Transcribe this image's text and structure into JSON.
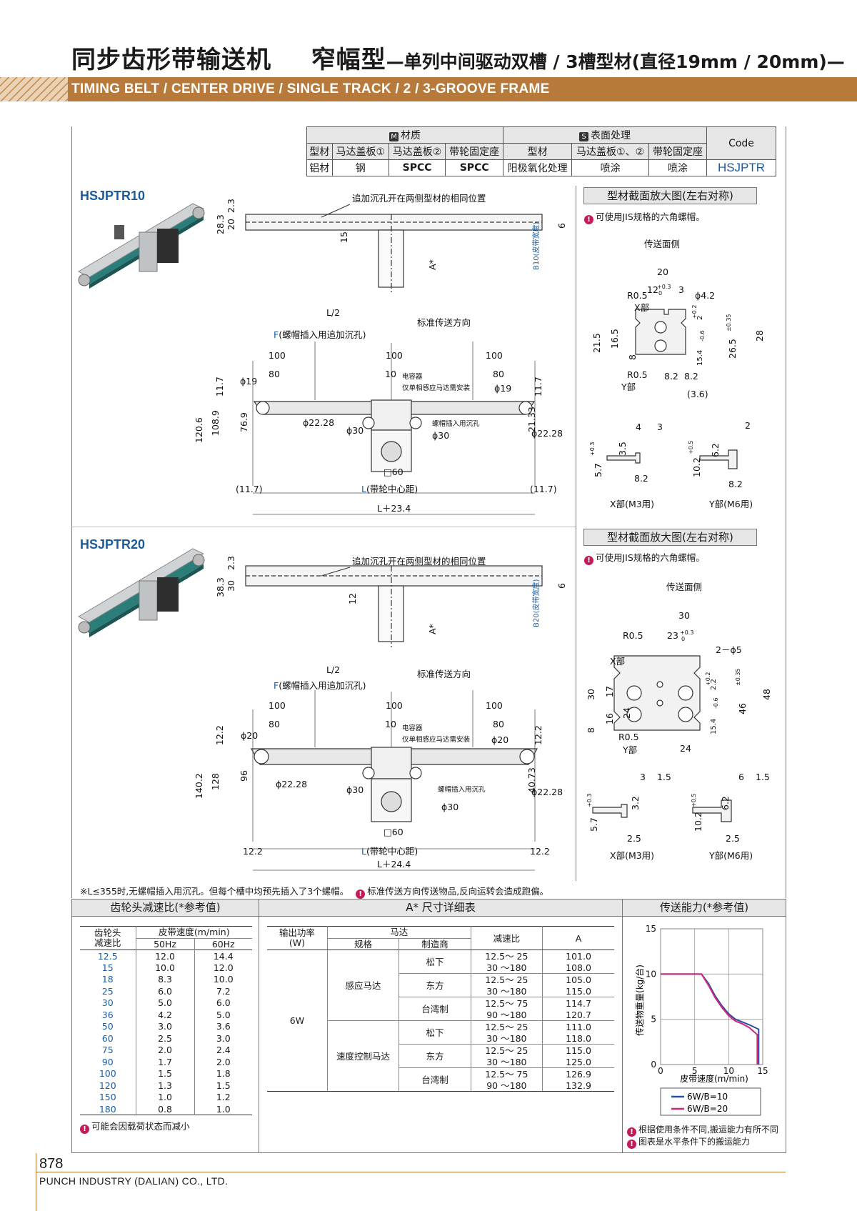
{
  "header": {
    "title_main": "同步齿形带输送机",
    "title_type": "窄幅型",
    "title_sub": "—单列中间驱动双槽 / 3槽型材(直径19mm / 20mm)—",
    "title_en": "TIMING BELT / CENTER DRIVE / SINGLE TRACK / 2 / 3-GROOVE FRAME",
    "accent": "#b87a3a"
  },
  "material_table": {
    "m_label": "M",
    "m_title": "材质",
    "s_label": "S",
    "s_title": "表面处理",
    "code_header": "Code",
    "columns": [
      "型材",
      "马达盖板①",
      "马达盖板②",
      "带轮固定座",
      "型材",
      "马达盖板①、②",
      "带轮固定座"
    ],
    "values": [
      "铝材",
      "钢",
      "SPCC",
      "SPCC",
      "阳极氧化处理",
      "喷涂",
      "喷涂"
    ],
    "code": "HSJPTR"
  },
  "drawings": {
    "top": {
      "model": "HSJPTR10",
      "section_title": "型材截面放大图(左右对称)",
      "section_note": "可使用JIS规格的六角螺帽。",
      "hole_note": "追加沉孔开在两侧型材的相同位置",
      "direction": "标准传送方向",
      "half": "L/2",
      "f_label": "F",
      "f_text": "(螺帽插入用追加沉孔)",
      "capacitor": "电容器",
      "capacitor2": "仅单相感应马达需安装",
      "nut_hole": "螺帽插入用沉孔",
      "belt_width": "B10(皮带宽度)",
      "pulley_center": "(带轮中心距)",
      "l_label": "L",
      "a_label": "A*",
      "dims": {
        "d1": "28.3",
        "d2": "20",
        "d3": "2.3",
        "d4": "15",
        "d5": "6",
        "d100a": "100",
        "d100b": "100",
        "d100c": "100",
        "d80a": "80",
        "d80b": "80",
        "d10": "10",
        "d117a": "11.7",
        "d117b": "11.7",
        "phi19a": "ϕ19",
        "phi19b": "ϕ19",
        "phi2228a": "ϕ22.28",
        "phi2228b": "ϕ22.28",
        "phi30a": "ϕ30",
        "phi30b": "ϕ30",
        "h1206": "120.6",
        "h1089": "108.9",
        "h769": "76.9",
        "h2133": "21.33",
        "sq60": "□60",
        "ext_l": "(11.7)",
        "ext_r": "(11.7)",
        "total": "L＋23.4"
      },
      "section": {
        "face": "传送面侧",
        "w20": "20",
        "w12": "12",
        "tol12": "+0.3",
        "tol12b": "0",
        "w3": "3",
        "phi42": "ϕ4.2",
        "r05a": "R0.5",
        "xpart": "X部",
        "r05b": "R0.5",
        "ypart": "Y部",
        "h215": "21.5",
        "h165": "16.5",
        "h8": "8",
        "h154": "15.4",
        "h154t": "-0.6",
        "h2": "2",
        "h2t": "+0.2",
        "h265": "26.5",
        "h265t": "±0.35",
        "h28": "28",
        "w82a": "8.2",
        "w82b": "8.2",
        "w36": "(3.6)"
      },
      "detail": {
        "x_title": "X部(M3用)",
        "y_title": "Y部(M6用)",
        "x4": "4",
        "x3": "3",
        "x35": "3.5",
        "x57": "5.7",
        "x57t": "+0.3",
        "x82": "8.2",
        "y2": "2",
        "y62": "6.2",
        "y102": "10.2",
        "y102t": "+0.5",
        "y82": "8.2"
      }
    },
    "bottom": {
      "model": "HSJPTR20",
      "section_title": "型材截面放大图(左右对称)",
      "section_note": "可使用JIS规格的六角螺帽。",
      "hole_note": "追加沉孔开在两侧型材的相同位置",
      "direction": "标准传送方向",
      "half": "L/2",
      "f_label": "F",
      "f_text": "(螺帽插入用追加沉孔)",
      "capacitor": "电容器",
      "capacitor2": "仅单相感应马达需安装",
      "nut_hole": "螺帽插入用沉孔",
      "belt_width": "B20(皮带宽度)",
      "pulley_center": "(带轮中心距)",
      "l_label": "L",
      "a_label": "A*",
      "dims": {
        "d1": "38.3",
        "d2": "30",
        "d3": "2.3",
        "d4": "12",
        "d5": "6",
        "d100a": "100",
        "d100b": "100",
        "d100c": "100",
        "d80a": "80",
        "d80b": "80",
        "d10": "10",
        "d117a": "12.2",
        "d117b": "12.2",
        "phi19a": "ϕ20",
        "phi19b": "ϕ20",
        "phi2228a": "ϕ22.28",
        "phi2228b": "ϕ22.28",
        "phi30a": "ϕ30",
        "phi30b": "ϕ30",
        "h1206": "140.2",
        "h1089": "128",
        "h769": "96",
        "h2133": "40.73",
        "sq60": "□60",
        "ext_l": "12.2",
        "ext_r": "12.2",
        "total": "L＋24.4"
      },
      "section": {
        "face": "传送面侧",
        "w30": "30",
        "w23": "23",
        "tol23": "+0.3",
        "tol23b": "0",
        "r05a": "R0.5",
        "phi5": "2－ϕ5",
        "xpart": "X部",
        "r05b": "R0.5",
        "ypart": "Y部",
        "h30": "30",
        "h17": "17",
        "h16": "16",
        "h24": "24",
        "h8": "8",
        "h154": "15.4",
        "h154t": "-0.6",
        "h22": "2.2",
        "h22t": "+0.2",
        "h46": "46",
        "h46t": "±0.35",
        "h48": "48",
        "w24": "24"
      },
      "detail": {
        "x_title": "X部(M3用)",
        "y_title": "Y部(M6用)",
        "x3": "3",
        "x15": "1.5",
        "x32": "3.2",
        "x57": "5.7",
        "x57t": "+0.3",
        "x25": "2.5",
        "y6": "6",
        "y15": "1.5",
        "y62": "6.2",
        "y102": "10.2",
        "y102t": "+0.5",
        "y25": "2.5"
      }
    },
    "footnote1": "※L≤355时,无螺帽插入用沉孔。但每个槽中均预先插入了3个螺帽。",
    "footnote2": "标准传送方向传送物品,反向运转会造成跑偏。"
  },
  "ratio_table": {
    "title": "齿轮头减速比(*参考值)",
    "h_ratio": "齿轮头",
    "h_ratio2": "减速比",
    "h_speed": "皮带速度(m/min)",
    "h_50": "50Hz",
    "h_60": "60Hz",
    "rows": [
      [
        "12.5",
        "12.0",
        "14.4"
      ],
      [
        "15",
        "10.0",
        "12.0"
      ],
      [
        "18",
        "8.3",
        "10.0"
      ],
      [
        "25",
        "6.0",
        "7.2"
      ],
      [
        "30",
        "5.0",
        "6.0"
      ],
      [
        "36",
        "4.2",
        "5.0"
      ],
      [
        "50",
        "3.0",
        "3.6"
      ],
      [
        "60",
        "2.5",
        "3.0"
      ],
      [
        "75",
        "2.0",
        "2.4"
      ],
      [
        "90",
        "1.7",
        "2.0"
      ],
      [
        "100",
        "1.5",
        "1.8"
      ],
      [
        "120",
        "1.3",
        "1.5"
      ],
      [
        "150",
        "1.0",
        "1.2"
      ],
      [
        "180",
        "0.8",
        "1.0"
      ]
    ],
    "note": "可能会因载荷状态而减小"
  },
  "a_table": {
    "title": "A* 尺寸详细表",
    "h_power": "输出功率",
    "h_power2": "(W)",
    "h_motor": "马达",
    "h_spec": "规格",
    "h_maker": "制造商",
    "h_ratio": "减速比",
    "h_a": "A",
    "power": "6W",
    "spec1": "感应马达",
    "spec2": "速度控制马达",
    "groups": [
      {
        "maker": "松下",
        "rows": [
          [
            "12.5～ 25",
            "101.0"
          ],
          [
            "30 ～180",
            "108.0"
          ]
        ]
      },
      {
        "maker": "东方",
        "rows": [
          [
            "12.5～ 25",
            "105.0"
          ],
          [
            "30 ～180",
            "115.0"
          ]
        ]
      },
      {
        "maker": "台湾制",
        "rows": [
          [
            "12.5～ 75",
            "114.7"
          ],
          [
            "90 ～180",
            "120.7"
          ]
        ]
      },
      {
        "maker": "松下",
        "rows": [
          [
            "12.5～ 25",
            "111.0"
          ],
          [
            "30 ～180",
            "118.0"
          ]
        ]
      },
      {
        "maker": "东方",
        "rows": [
          [
            "12.5～ 25",
            "115.0"
          ],
          [
            "30 ～180",
            "125.0"
          ]
        ]
      },
      {
        "maker": "台湾制",
        "rows": [
          [
            "12.5～ 75",
            "126.9"
          ],
          [
            "90 ～180",
            "132.9"
          ]
        ]
      }
    ]
  },
  "capacity": {
    "title": "传送能力(*参考值)",
    "notes": [
      "根据使用条件不同,搬运能力有所不同",
      "图表是水平条件下的搬运能力"
    ]
  },
  "chart_data": {
    "type": "line",
    "xlabel": "皮带速度(m/min)",
    "ylabel": "传送物重量(kg/台)",
    "xlim": [
      0,
      15
    ],
    "ylim": [
      0,
      15
    ],
    "xticks": [
      "0",
      "5",
      "10",
      "15"
    ],
    "yticks": [
      "0",
      "5",
      "10",
      "15"
    ],
    "grid": true,
    "legend": "bottom",
    "series": [
      {
        "name": "6W/B=10",
        "color": "#2a4f9e",
        "x": [
          0,
          6,
          7,
          8,
          9,
          10,
          11,
          12,
          13,
          14.4,
          14.4
        ],
        "y": [
          10,
          10,
          9,
          7.6,
          6.5,
          5.6,
          5.0,
          4.7,
          4.4,
          3.9,
          0
        ]
      },
      {
        "name": "6W/B=20",
        "color": "#d0267b",
        "x": [
          0,
          6,
          7,
          8,
          9,
          10,
          11,
          12,
          13,
          14.2,
          14.2
        ],
        "y": [
          10,
          10,
          8.8,
          7.4,
          6.3,
          5.4,
          4.8,
          4.5,
          4.1,
          3.3,
          0
        ]
      }
    ]
  },
  "footer": {
    "page": "878",
    "company": "PUNCH INDUSTRY (DALIAN) CO., LTD."
  }
}
